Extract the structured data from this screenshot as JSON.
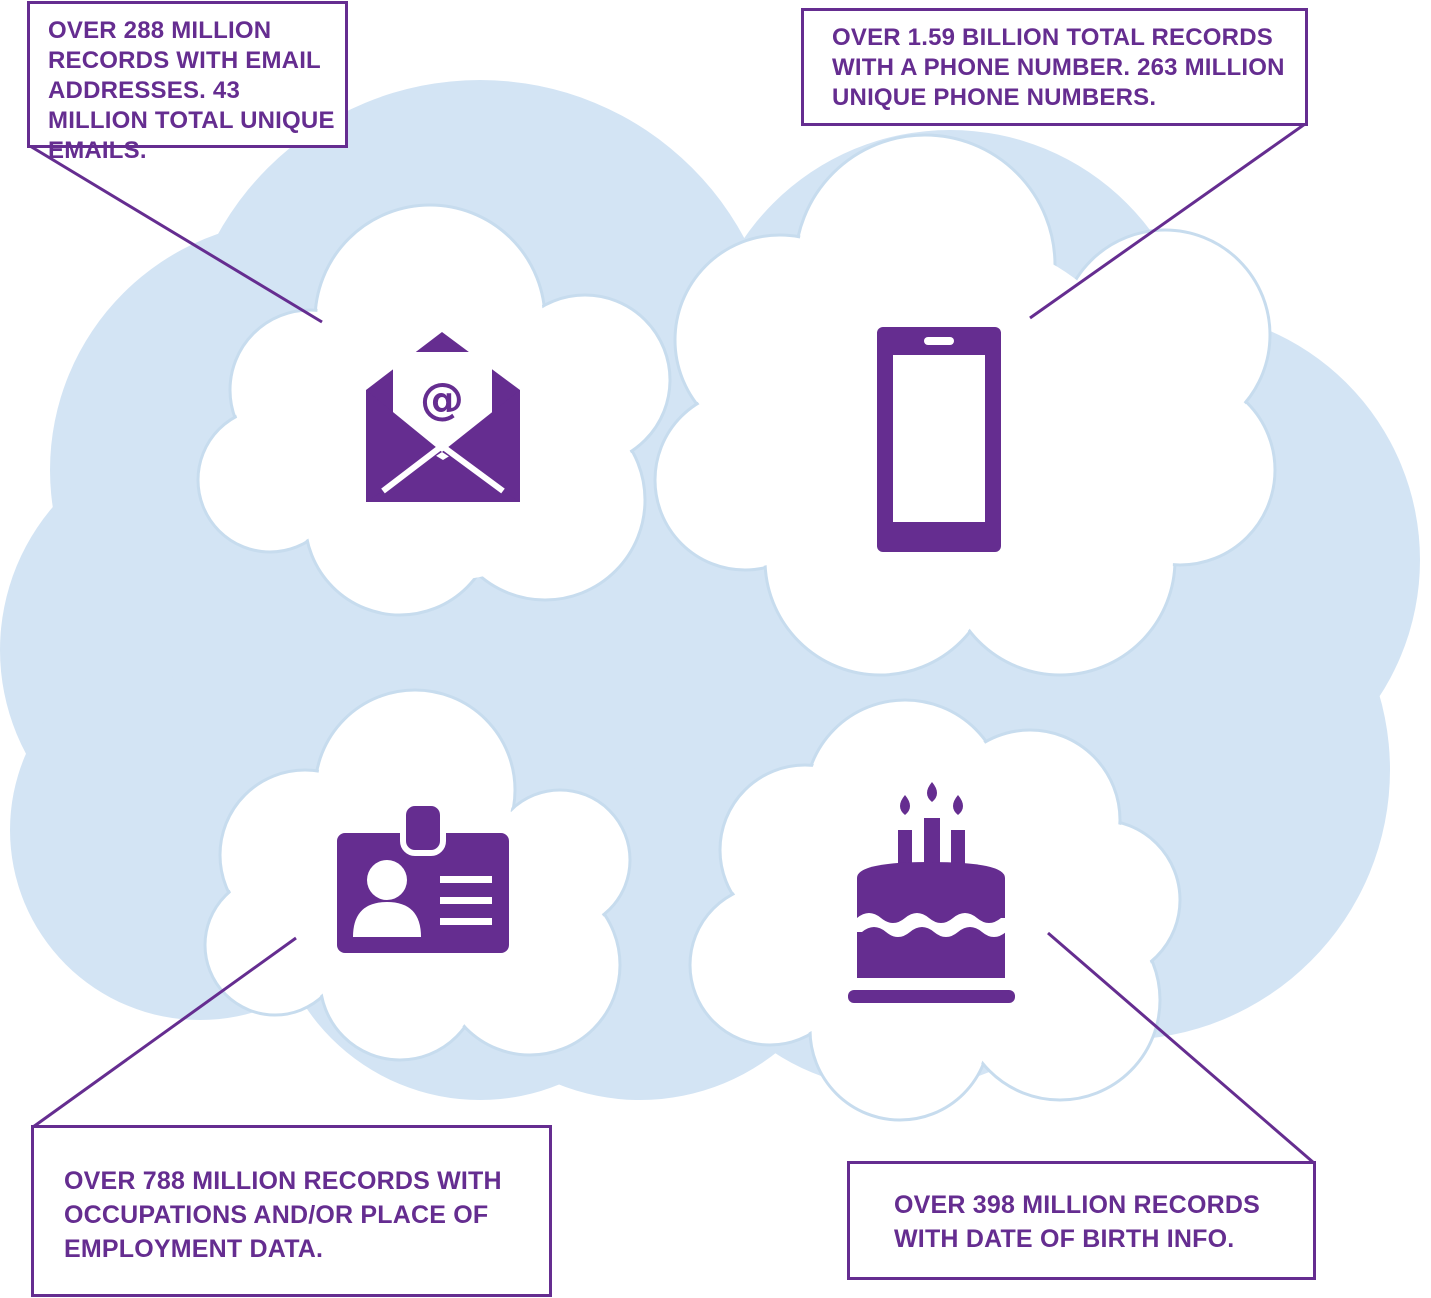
{
  "colors": {
    "purple": "#652d90",
    "cloud_blue": "#d3e4f4",
    "cloud_outline": "#c7dcee",
    "white": "#ffffff"
  },
  "callouts": {
    "emails": "OVER 288 MILLION RECORDS WITH EMAIL ADDRESSES. 43 MILLION TOTAL UNIQUE EMAILS.",
    "phones": "OVER 1.59 BILLION TOTAL RECORDS WITH A PHONE NUMBER. 263 MILLION UNIQUE PHONE NUMBERS.",
    "occupations": "OVER 788 MILLION RECORDS WITH OCCUPATIONS AND/OR PLACE OF EMPLOYMENT DATA.",
    "birth": "OVER 398 MILLION RECORDS WITH DATE OF BIRTH INFO."
  },
  "icons": {
    "email": "envelope-at-icon",
    "phone": "smartphone-icon",
    "employment": "id-badge-icon",
    "birthday": "birthday-cake-icon"
  },
  "email_symbol": "@"
}
